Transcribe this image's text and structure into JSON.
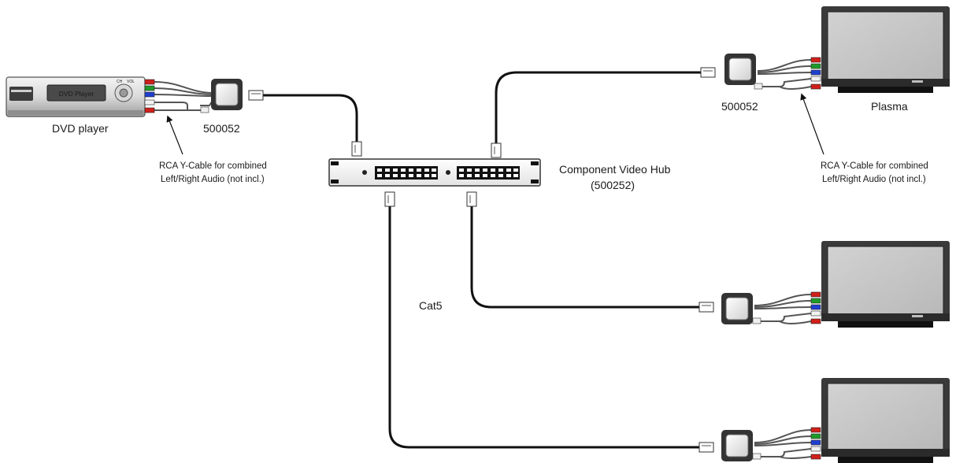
{
  "labels": {
    "dvd_player": "DVD player",
    "dvd_display": "DVD Player",
    "balun_left": "500052",
    "balun_right": "500052",
    "plasma": "Plasma",
    "hub_title": "Component Video Hub",
    "hub_model": "(500252)",
    "cat5": "Cat5",
    "rca_left_line1": "RCA Y-Cable for combined",
    "rca_left_line2": "Left/Right Audio (not incl.)",
    "rca_right_line1": "RCA Y-Cable for combined",
    "rca_right_line2": "Left/Right Audio (not incl.)",
    "dvd_button_left": "CH",
    "dvd_button_right": "VOL"
  },
  "colors": {
    "rca_red": "#d0201a",
    "rca_green": "#1f9a2a",
    "rca_blue": "#1f3fcf",
    "rca_white": "#f2f2f2",
    "rca_yellow": "#e8d21c",
    "cable": "#111111",
    "screen": "#c8c8c8",
    "bezel": "#3a3a3a"
  }
}
